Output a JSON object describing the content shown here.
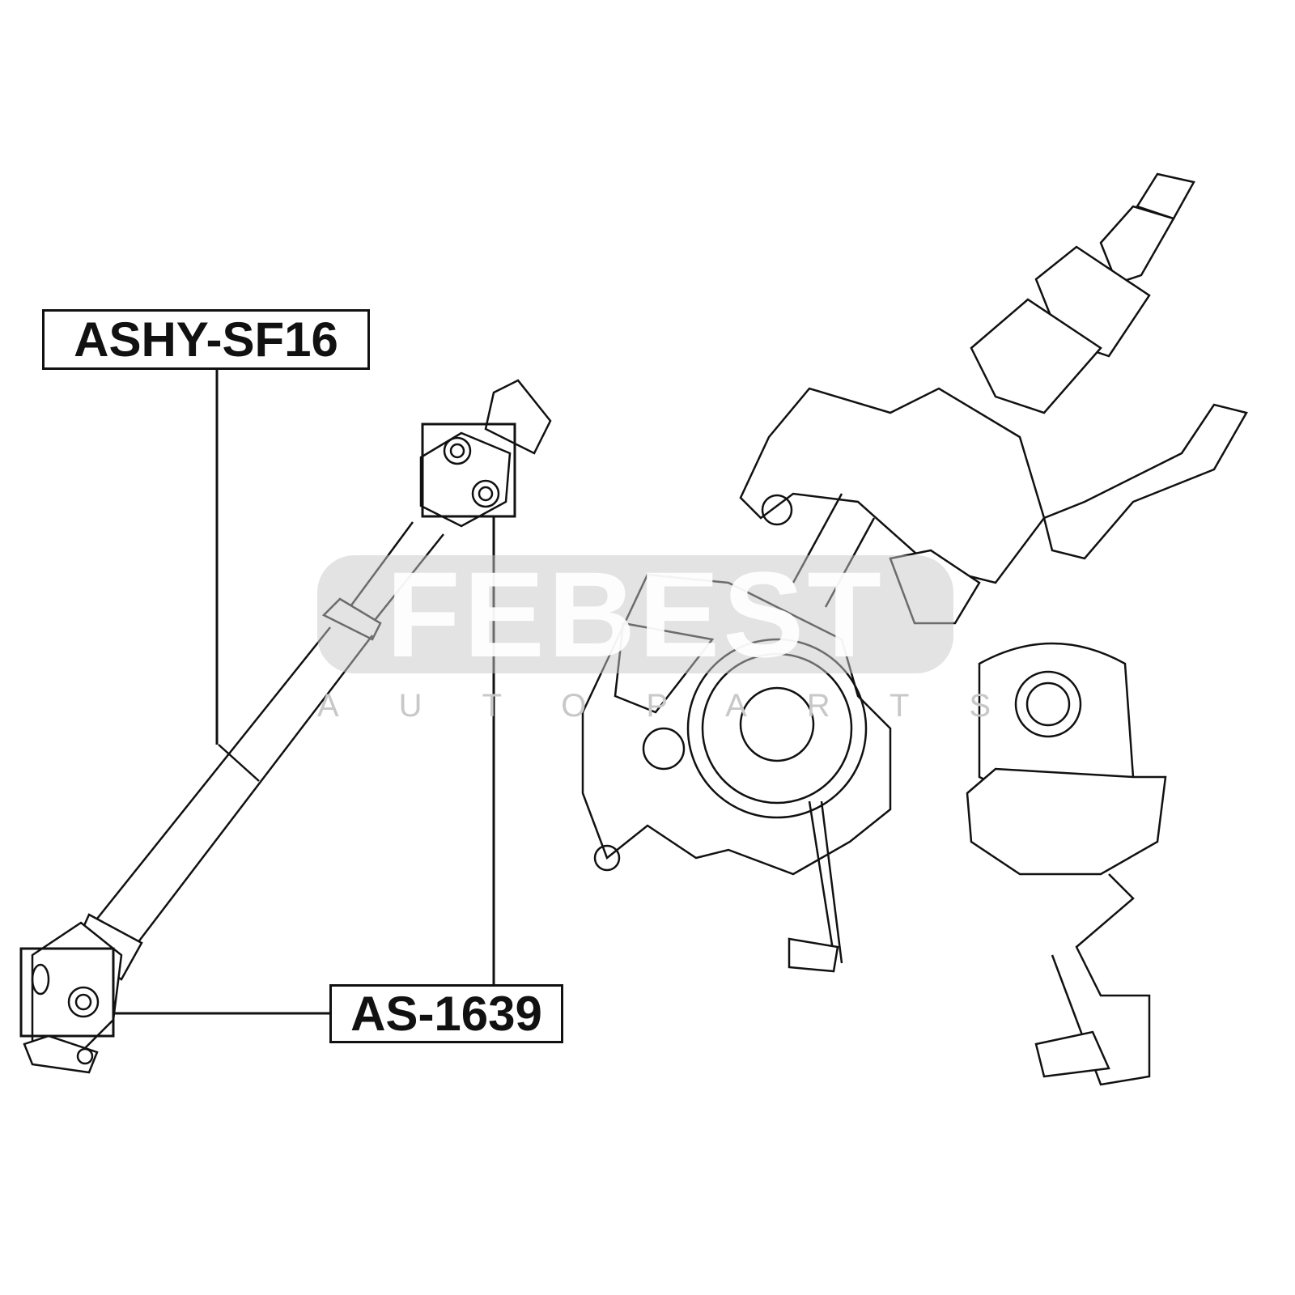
{
  "labels": {
    "part_1": "ASHY-SF16",
    "part_2": "AS-1639"
  },
  "watermark": {
    "brand": "FEBEST",
    "sub": "AUTOPARTS"
  }
}
